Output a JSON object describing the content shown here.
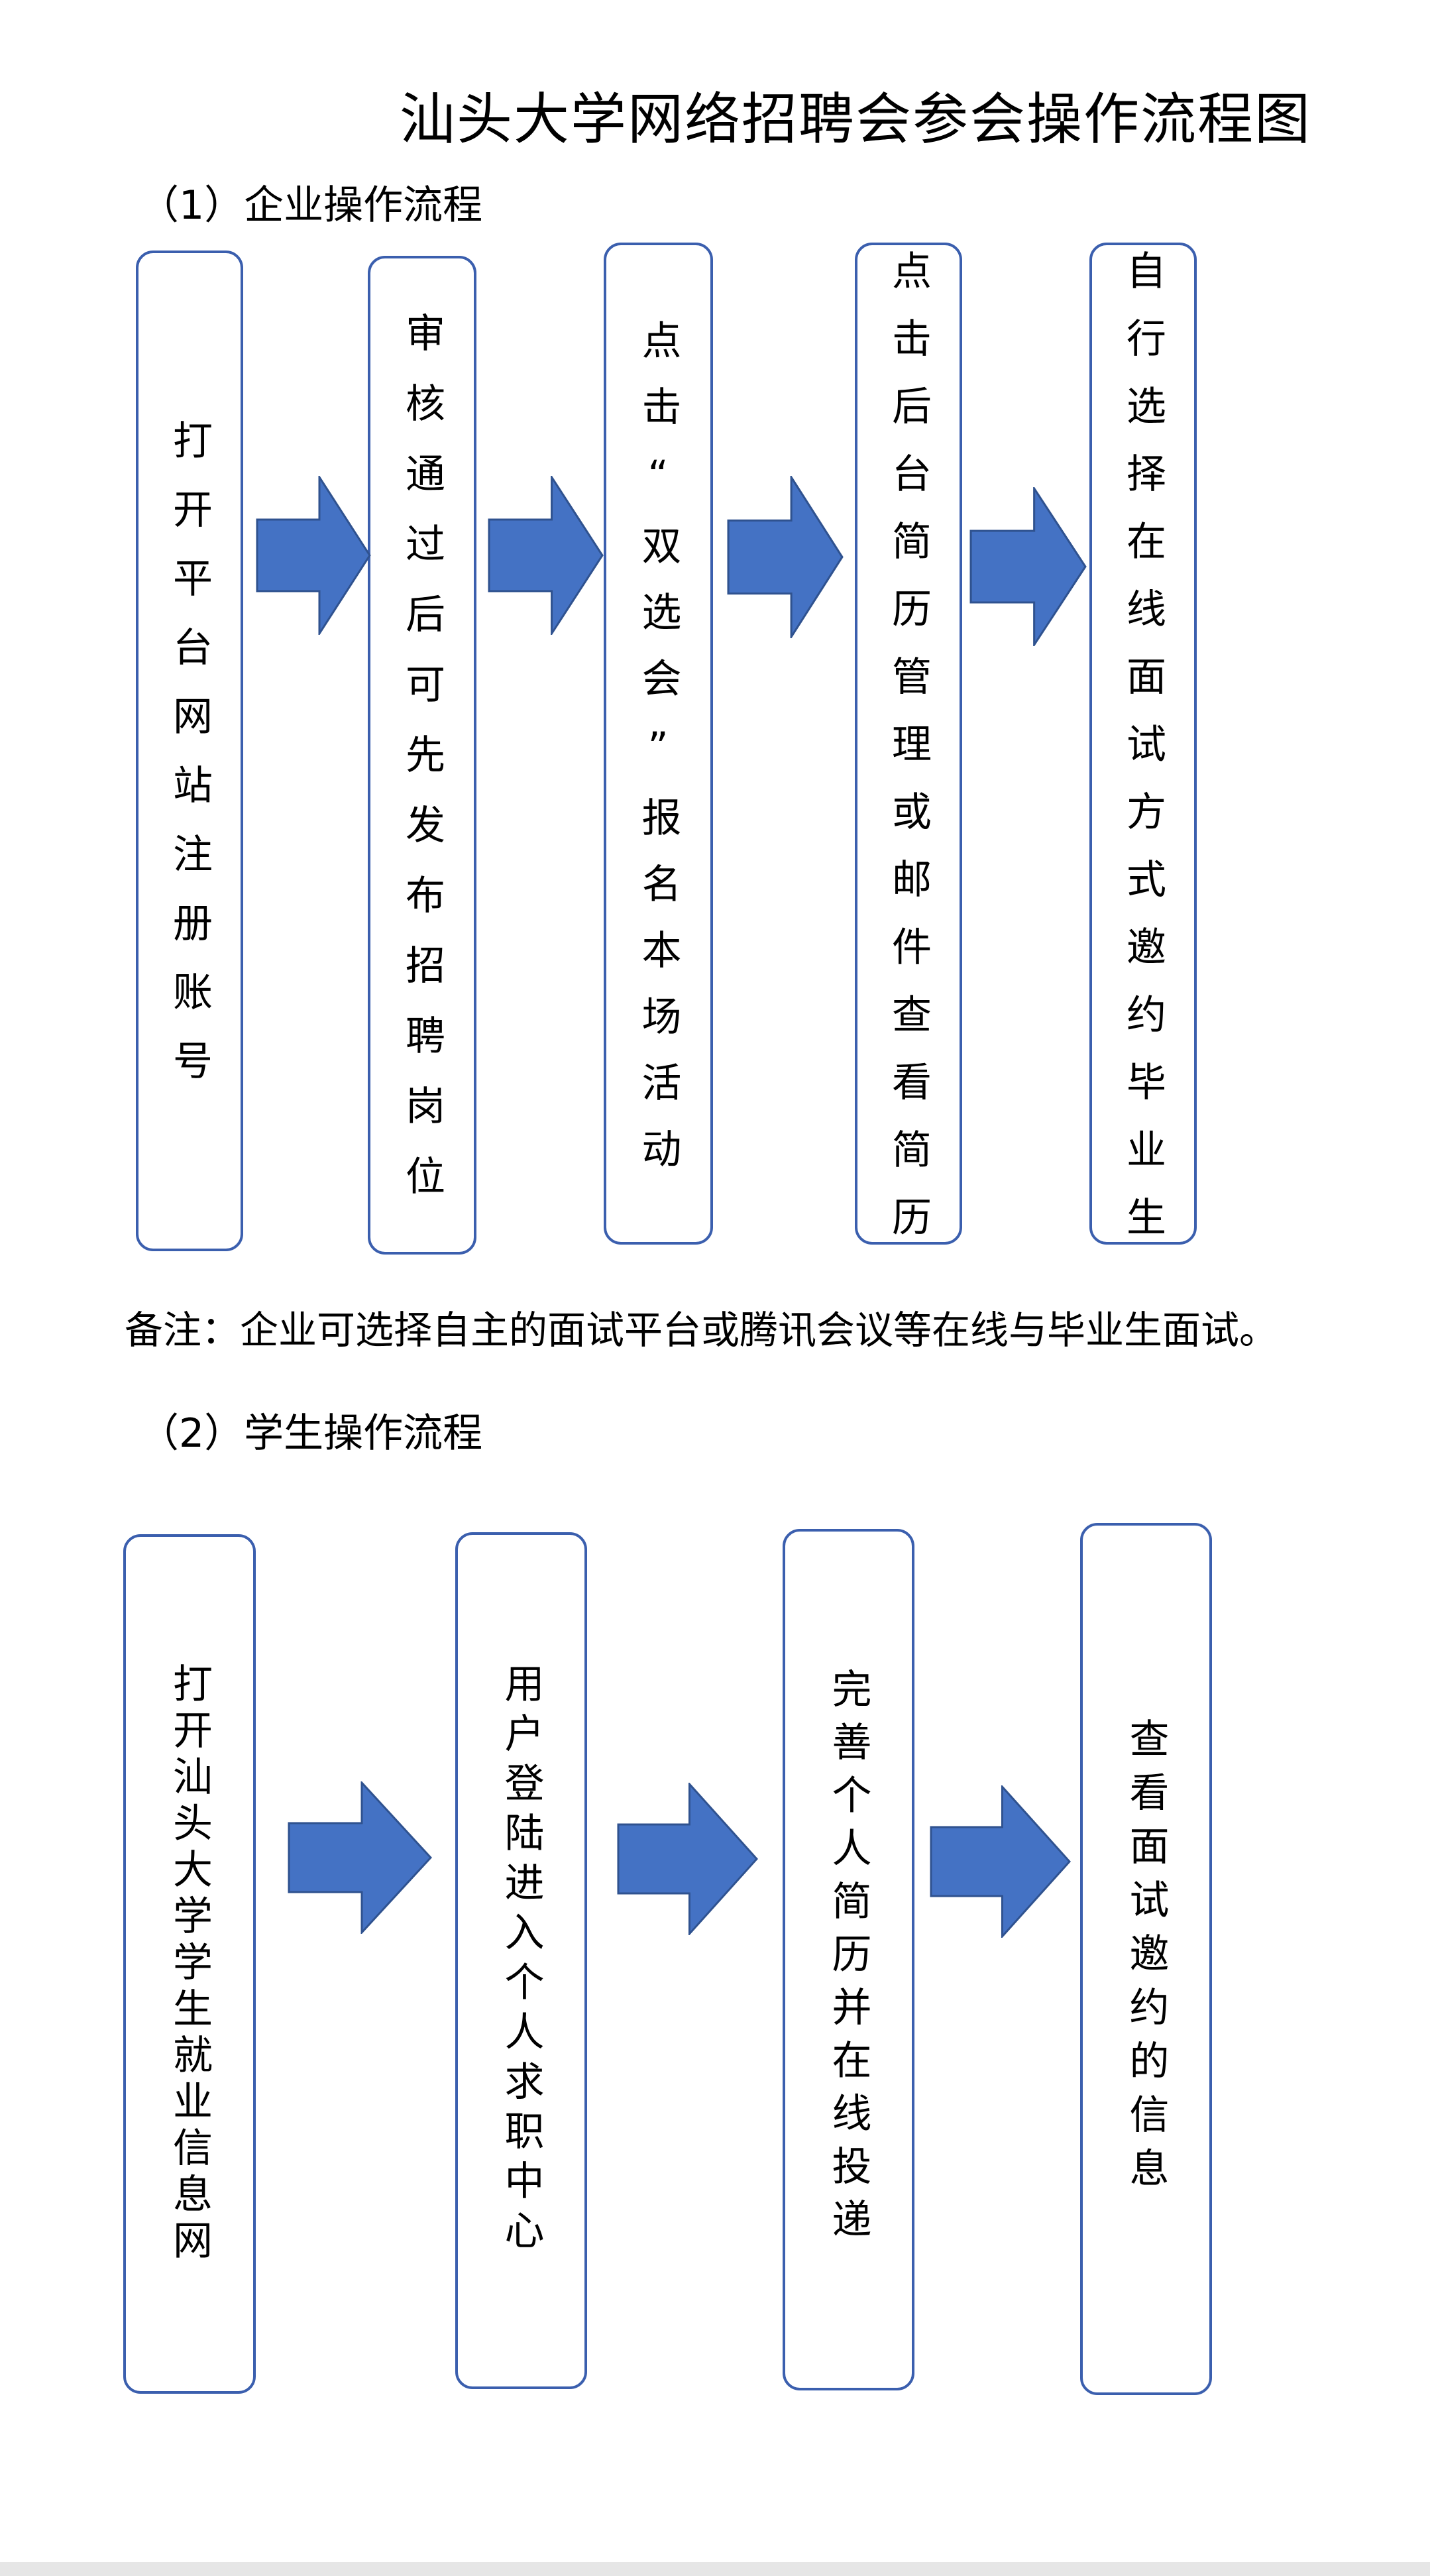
{
  "title": "汕头大学网络招聘会参会操作流程图",
  "enterprise": {
    "heading": "（1）企业操作流程",
    "steps": [
      "打开平台网站注册账号",
      "审核通过后可先发布招聘岗位",
      "点击“双选会”报名本场活动",
      "点击后台简历管理或邮件查看简历",
      "自行选择在线面试方式邀约毕业生"
    ]
  },
  "note": "备注：企业可选择自主的面试平台或腾讯会议等在线与毕业生面试。",
  "student": {
    "heading": "（2）学生操作流程",
    "steps": [
      "打开汕头大学学生就业信息网",
      "用户登陆进入个人求职中心",
      "完善个人简历并在线投递",
      "查看面试邀约的信息"
    ]
  },
  "colors": {
    "box_border": "#3b5fae",
    "arrow_fill": "#4472c4",
    "arrow_stroke": "#2f528f"
  }
}
